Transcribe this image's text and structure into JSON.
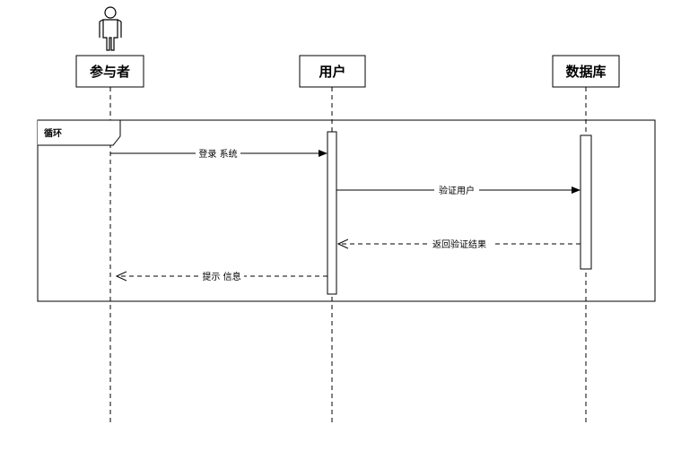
{
  "participants": [
    {
      "id": "actor",
      "label": "参与者",
      "kind": "actor"
    },
    {
      "id": "user",
      "label": "用户",
      "kind": "box"
    },
    {
      "id": "db",
      "label": "数据库",
      "kind": "box"
    }
  ],
  "fragment": {
    "label": "循环"
  },
  "messages": [
    {
      "label": "登录 系统",
      "from": "actor",
      "to": "user",
      "style": "solid"
    },
    {
      "label": "验证用户",
      "from": "user",
      "to": "db",
      "style": "solid"
    },
    {
      "label": "返回验证结果",
      "from": "db",
      "to": "user",
      "style": "dashed"
    },
    {
      "label": "提示 信息",
      "from": "user",
      "to": "actor",
      "style": "dashed"
    }
  ]
}
